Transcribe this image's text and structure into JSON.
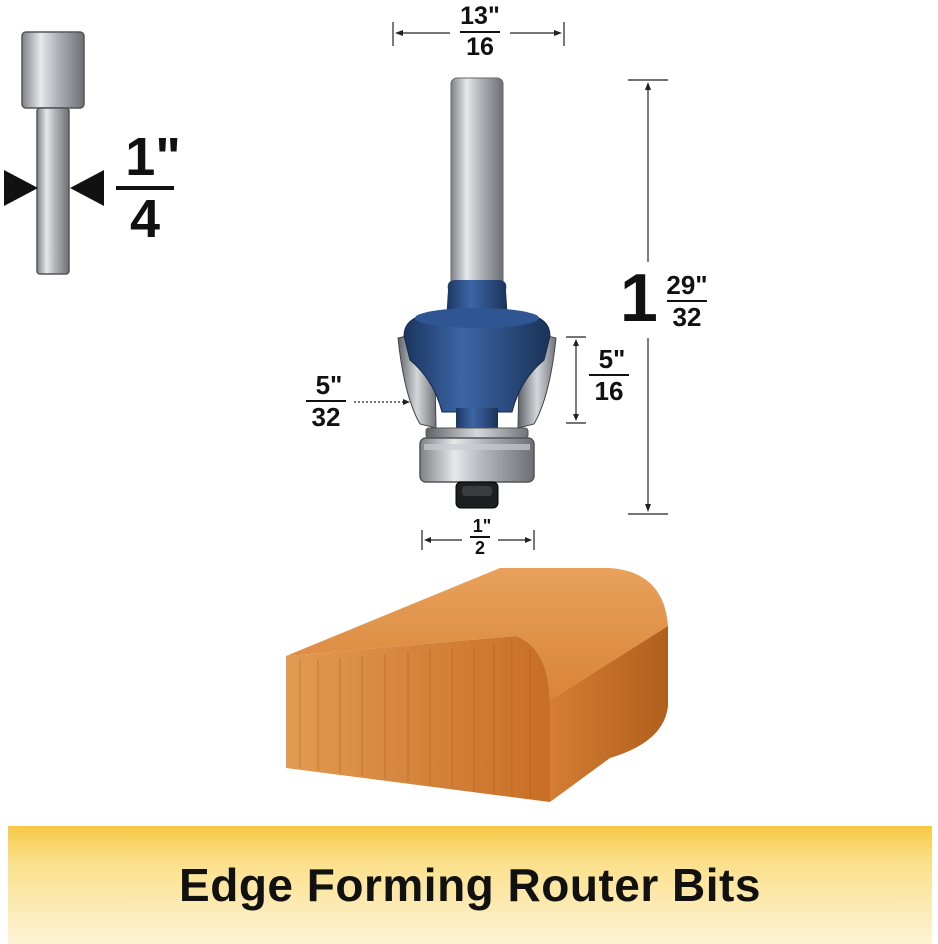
{
  "shank_diameter": {
    "whole": "1\"",
    "den": "4"
  },
  "shank_length_dim": {
    "num": "13\"",
    "den": "16"
  },
  "overall_length": {
    "whole": "1",
    "num": "29\"",
    "den": "32"
  },
  "cutting_height": {
    "num": "5\"",
    "den": "16"
  },
  "radius": {
    "num": "5\"",
    "den": "32"
  },
  "bearing_diameter": {
    "num": "1\"",
    "den": "2"
  },
  "banner": {
    "title": "Edge Forming Router Bits"
  },
  "colors": {
    "bit_body": "#2c4f86",
    "shank": "#a9acb0",
    "wood": "#d9833c",
    "banner": "#f7c844"
  }
}
